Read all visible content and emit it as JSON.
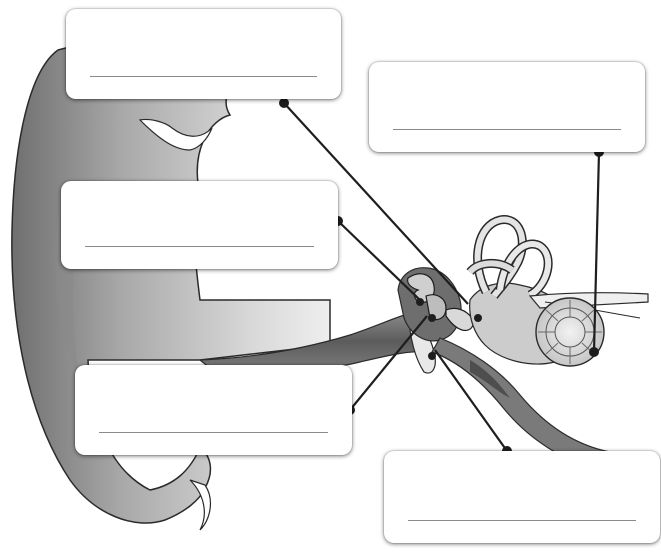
{
  "diagram": {
    "subject": "",
    "labels": [
      {
        "id": "a",
        "answer": ""
      },
      {
        "id": "b",
        "answer": ""
      },
      {
        "id": "c",
        "answer": ""
      },
      {
        "id": "d",
        "answer": ""
      },
      {
        "id": "e",
        "answer": ""
      }
    ],
    "colors": {
      "skin_dark": "#7d7d7d",
      "skin_mid": "#b8b8b8",
      "skin_light": "#e6e6e6",
      "outline": "#2a2a2a",
      "leader": "#1e1e1e"
    }
  }
}
